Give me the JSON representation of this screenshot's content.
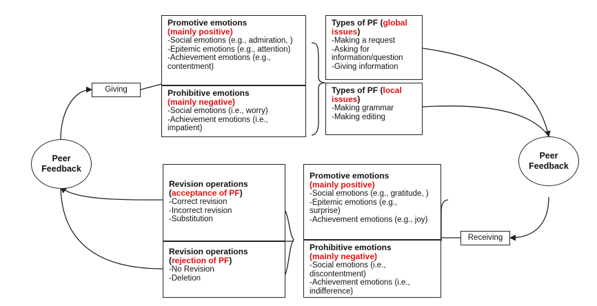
{
  "left_node": {
    "line1": "Peer",
    "line2": "Feedback"
  },
  "right_node": {
    "line1": "Peer",
    "line2": "Feedback"
  },
  "giving_label": "Giving",
  "receiving_label": "Receiving",
  "giving_promotive": {
    "title": "Promotive emotions",
    "qualifier": "(mainly positive)",
    "lines": [
      "-Social emotions (e.g., admiration, )",
      "-Epitemic emotions (e.g., attention)",
      "-Achievement emotions (e.g.,",
      "contentment)"
    ]
  },
  "giving_prohibitive": {
    "title": "Prohibitive emotions",
    "qualifier": "(mainly negative)",
    "lines": [
      "-Social emotions (i.e., worry)",
      "-Achievement emotions (i.e.,",
      "impatient)"
    ]
  },
  "pf_global": {
    "title_pre": "Types of PF (",
    "title_red": "global",
    "title_red2": "issues",
    "title_post": ")",
    "lines": [
      "-Making a request",
      "-Asking for",
      "information/question",
      "-Giving information"
    ]
  },
  "pf_local": {
    "title_pre": "Types of PF (",
    "title_red": "local",
    "title_red2": "issues",
    "title_post": ")",
    "lines": [
      "-Making grammar",
      "-Making editing"
    ]
  },
  "revision_accept": {
    "title": "Revision operations",
    "open": "(",
    "qualifier": "acceptance of PF",
    "close": ")",
    "lines": [
      "-Correct revision",
      "-Incorrect revision",
      "-Substitution"
    ]
  },
  "revision_reject": {
    "title": "Revision operations",
    "open": "(",
    "qualifier": "rejection of PF",
    "close": ")",
    "lines": [
      "-No Revision",
      "-Deletion"
    ]
  },
  "receiving_promotive": {
    "title": "Promotive emotions",
    "qualifier": "(mainly positive)",
    "lines": [
      "-Social emotions (e.g., gratitude, )",
      "-Epitemic emotions (e.g.,",
      "surprise)",
      "-Achievement emotions (e.g., joy)"
    ]
  },
  "receiving_prohibitive": {
    "title": "Prohibitive emotions",
    "qualifier": "(mainly negative)",
    "lines": [
      "-Social emotions (i.e.,",
      "discontentment)",
      "-Achievement emotions (i.e.,",
      "indifference)"
    ]
  },
  "colors": {
    "accent": "#e01010",
    "stroke": "#222222"
  }
}
